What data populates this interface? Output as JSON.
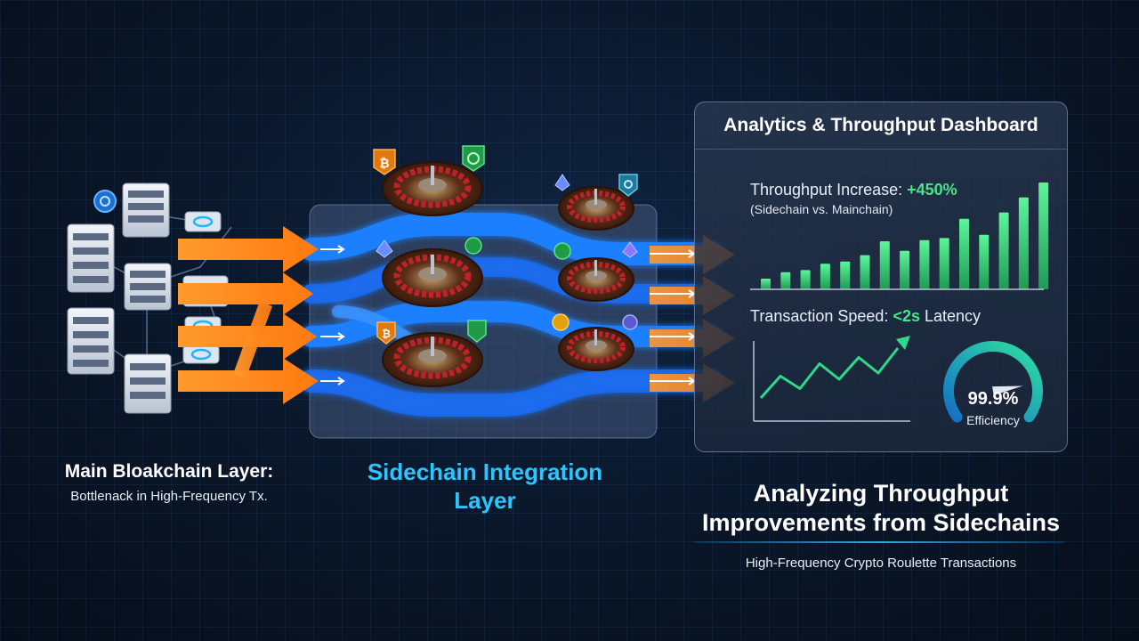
{
  "left_section": {
    "title": "Main Bloakchain Layer:",
    "subtitle": "Bottlenack in High-Frequency Tx."
  },
  "middle_section": {
    "label": "Sidechain Integration Layer"
  },
  "dashboard": {
    "title": "Analytics & Throughput Dashboard",
    "throughput_label": "Throughput Increase:",
    "throughput_value": "+450%",
    "throughput_note": "(Sidechain vs. Mainchain)",
    "speed_label": "Transaction Speed:",
    "speed_value": "<2s",
    "speed_suffix": "Latency",
    "gauge_value": "99.9%",
    "gauge_label": "Efficiency",
    "gauge_fraction": 0.999,
    "bar_values": [
      1,
      1.6,
      1.8,
      2.4,
      2.6,
      3.2,
      4.5,
      3.6,
      4.6,
      4.8,
      6.6,
      5.1,
      7.2,
      8.6,
      10
    ],
    "line_values": [
      0.2,
      0.55,
      0.35,
      0.75,
      0.5,
      0.85,
      0.6,
      1.0
    ],
    "colors": {
      "bars": "#3bdc7e",
      "line": "#2fd98a",
      "gauge": "#28b8f0"
    }
  },
  "headline": "Analyzing Throughput Improvements from Sidechains",
  "subheadline": "High-Frequency Crypto Roulette Transactions",
  "icons": [
    "server-icon",
    "roulette-wheel-icon",
    "bitcoin-icon",
    "ethereum-icon",
    "coin-icon",
    "arrow-icon",
    "gauge-icon"
  ],
  "colors": {
    "accent": "#29c6ff",
    "flow": "#1f7fff",
    "arrow": "#ff8a1e",
    "background": "#0a1628"
  }
}
